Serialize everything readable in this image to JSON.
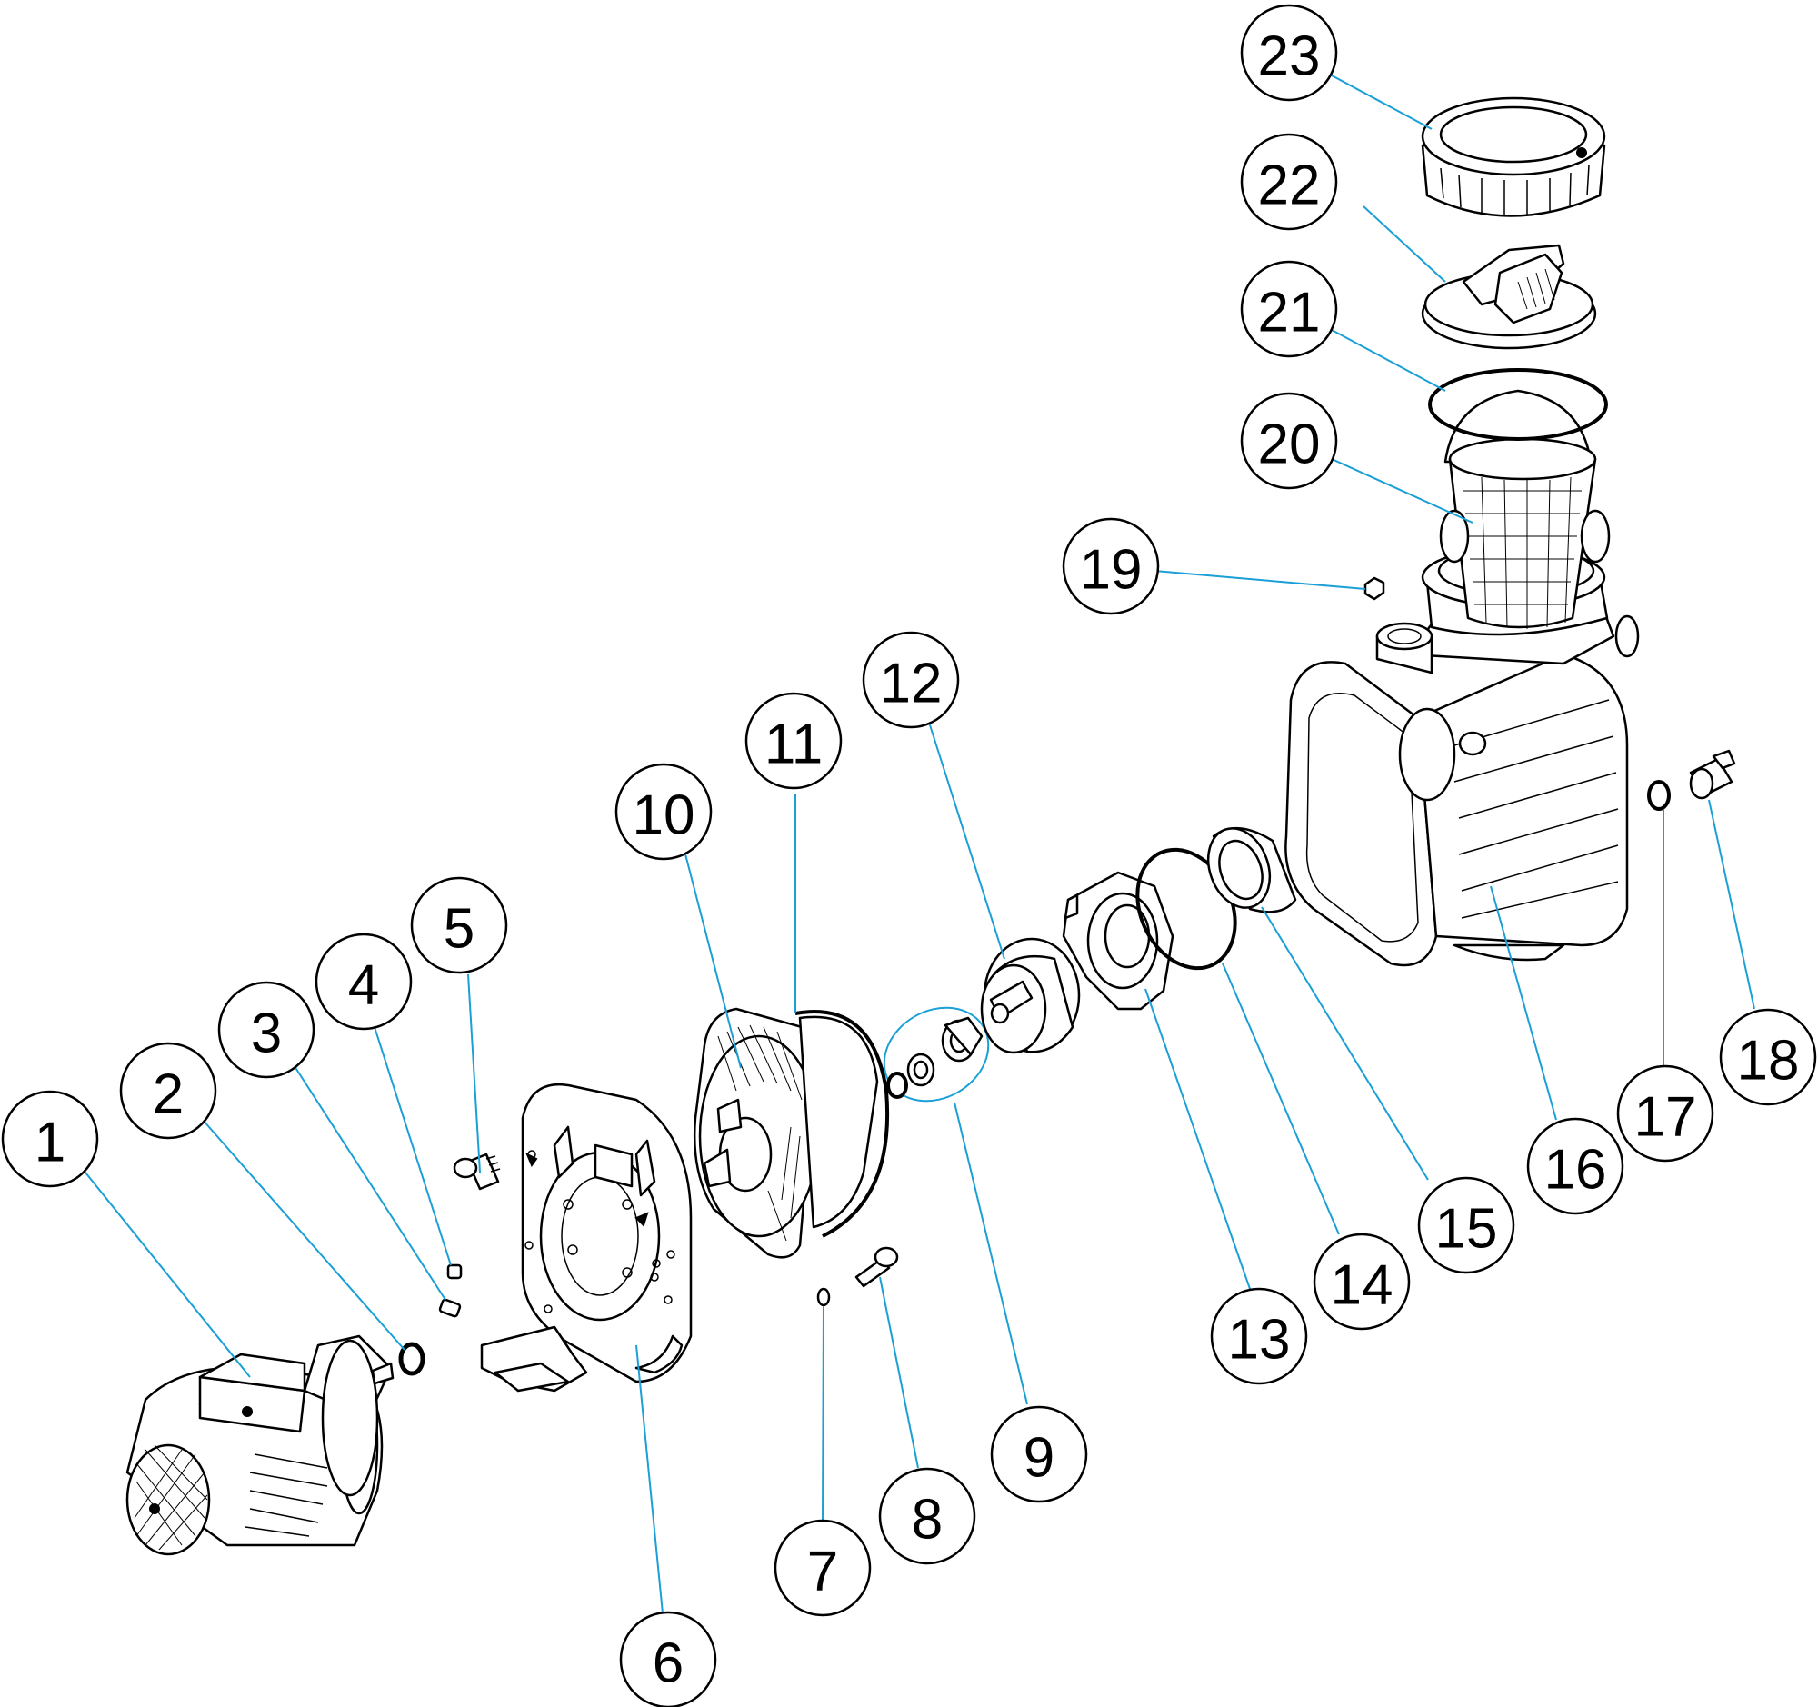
{
  "colors": {
    "leader": "#1a9fd6",
    "outline": "#000000",
    "background": "#ffffff"
  },
  "callouts": [
    {
      "id": "1",
      "label": "1"
    },
    {
      "id": "2",
      "label": "2"
    },
    {
      "id": "3",
      "label": "3"
    },
    {
      "id": "4",
      "label": "4"
    },
    {
      "id": "5",
      "label": "5"
    },
    {
      "id": "6",
      "label": "6"
    },
    {
      "id": "7",
      "label": "7"
    },
    {
      "id": "8",
      "label": "8"
    },
    {
      "id": "9",
      "label": "9"
    },
    {
      "id": "10",
      "label": "10"
    },
    {
      "id": "11",
      "label": "11"
    },
    {
      "id": "12",
      "label": "12"
    },
    {
      "id": "13",
      "label": "13"
    },
    {
      "id": "14",
      "label": "14"
    },
    {
      "id": "15",
      "label": "15"
    },
    {
      "id": "16",
      "label": "16"
    },
    {
      "id": "17",
      "label": "17"
    },
    {
      "id": "18",
      "label": "18"
    },
    {
      "id": "19",
      "label": "19"
    },
    {
      "id": "20",
      "label": "20"
    },
    {
      "id": "21",
      "label": "21"
    },
    {
      "id": "22",
      "label": "22"
    },
    {
      "id": "23",
      "label": "23"
    }
  ]
}
